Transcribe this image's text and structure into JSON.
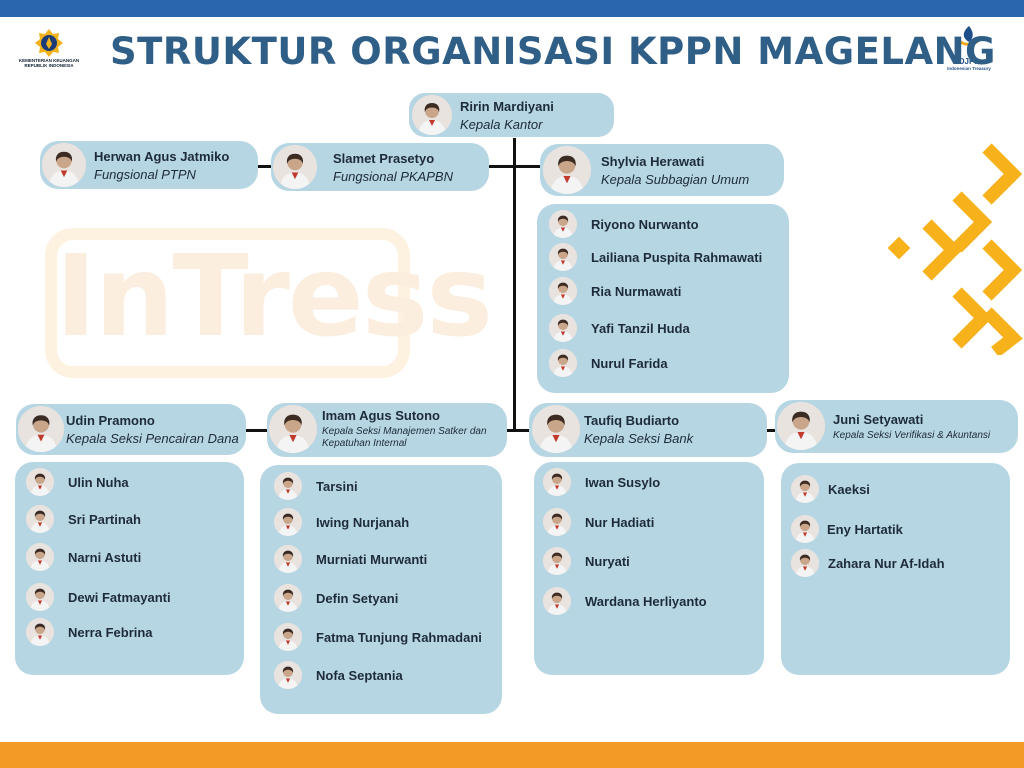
{
  "title": "STRUKTUR ORGANISASI KPPN MAGELANG",
  "logos": {
    "left_text_1": "KEMENTERIAN KEUANGAN",
    "left_text_2": "REPUBLIK INDONESIA",
    "right_text_1": "DJPb",
    "right_text_2": "Indonesian Treasury"
  },
  "watermark": "InTress",
  "colors": {
    "card": "#b7d6e3",
    "title": "#2f5e86",
    "top_bar": "#2a66ad",
    "bottom_bar": "#f39a26",
    "chevron": "#f7b11b"
  },
  "head": {
    "name": "Ririn Mardiyani",
    "role": "Kepala Kantor"
  },
  "functionals": [
    {
      "name": "Herwan Agus Jatmiko",
      "role": "Fungsional PTPN"
    },
    {
      "name": "Slamet Prasetyo",
      "role": "Fungsional PKAPBN"
    }
  ],
  "umum": {
    "head": {
      "name": "Shylvia Herawati",
      "role": "Kepala Subbagian Umum"
    },
    "members": [
      "Riyono Nurwanto",
      "Lailiana Puspita Rahmawati",
      "Ria Nurmawati",
      "Yafi Tanzil Huda",
      "Nurul Farida"
    ]
  },
  "sections": [
    {
      "head": {
        "name": "Udin Pramono",
        "role": "Kepala Seksi Pencairan Dana"
      },
      "members": [
        "Ulin Nuha",
        "Sri Partinah",
        "Narni Astuti",
        "Dewi Fatmayanti",
        "Nerra Febrina"
      ]
    },
    {
      "head": {
        "name": "Imam Agus Sutono",
        "role": "Kepala Seksi Manajemen Satker dan Kepatuhan Internal"
      },
      "members": [
        "Tarsini",
        "Iwing Nurjanah",
        "Murniati Murwanti",
        "Defin Setyani",
        "Fatma Tunjung Rahmadani",
        "Nofa Septania"
      ]
    },
    {
      "head": {
        "name": "Taufiq Budiarto",
        "role": "Kepala Seksi Bank"
      },
      "members": [
        "Iwan Susylo",
        "Nur Hadiati",
        "Nuryati",
        "Wardana Herliyanto"
      ]
    },
    {
      "head": {
        "name": "Juni Setyawati",
        "role": "Kepala Seksi Verifikasi & Akuntansi"
      },
      "members": [
        "Kaeksi",
        "Eny Hartatik",
        "Zahara Nur Af-Idah"
      ]
    }
  ]
}
